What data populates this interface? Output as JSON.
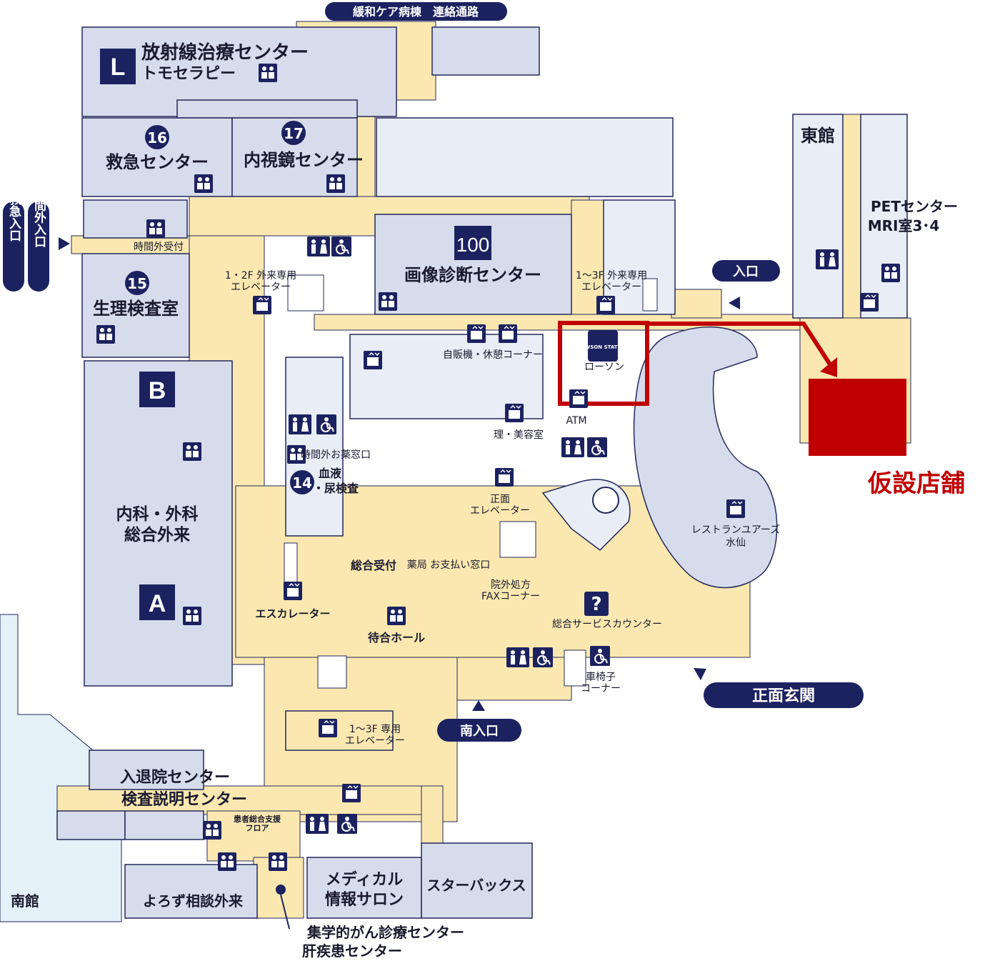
{
  "colors": {
    "corridor": "#fbe8b0",
    "room": "#d6dceb",
    "room_light": "#e8edf6",
    "wall": "#23285c",
    "navy": "#1c2260",
    "south_annex": "#e4f1f8",
    "highlight": "#c00000"
  },
  "top_passage": "緩和ケア病棟　連絡通路",
  "radiation": {
    "title": "放射線治療センター",
    "subtitle": "トモセラピー",
    "block": "L"
  },
  "emergency": {
    "number": "16",
    "title": "救急センター"
  },
  "endoscopy": {
    "number": "17",
    "title": "内視鏡センター"
  },
  "after_hours_entrance": "時間外入口",
  "emergency_entrance": "救急入口",
  "after_hours_reception": "時間外受付",
  "physiology": {
    "number": "15",
    "title": "生理検査室"
  },
  "imaging": {
    "number": "100",
    "title": "画像診断センター"
  },
  "elevator_1_2f": "1・2F 外来専用\nエレベーター",
  "elevator_1_3f_north": "1～3F 外来専用\nエレベーター",
  "entrance": "入口",
  "east_building": "東館",
  "pet": {
    "line1": "PETセンター",
    "line2": "MRI室3･4"
  },
  "vending": "自販機・休憩コーナー",
  "lawson": {
    "label": "ローソン",
    "logo": "LAWSON STATION"
  },
  "atm": "ATM",
  "barber": "理・美容室",
  "temp_store": "仮設店舗",
  "block_b": "B",
  "block_a": "A",
  "internal_surgery": {
    "line1": "内科・外科",
    "line2": "総合外来"
  },
  "after_hours_pharmacy": "時間外お薬窓口",
  "blood": {
    "number": "14",
    "line1": "血液",
    "line2": "・尿検査"
  },
  "main_elevator": "正面\nエレベーター",
  "restaurant": {
    "line1": "レストランユアーズ",
    "line2": "水仙"
  },
  "general_reception": "総合受付",
  "pharmacy_payment": "薬局 お支払い窓口",
  "fax_corner": "院外処方\nFAXコーナー",
  "escalator": "エスカレーター",
  "waiting_hall": "待合ホール",
  "general_service_counter": "総合サービスカウンター",
  "wheelchair_corner": "車椅子\nコーナー",
  "main_entrance": "正面玄関",
  "south_entrance": "南入口",
  "elevator_1_3f_south": "1～3F 専用\nエレベーター",
  "admission": {
    "line1": "入退院センター",
    "line2": "検査説明センター"
  },
  "patient_support": "患者総合支援\nフロア",
  "south_building": "南館",
  "consultation": "よろず相談外来",
  "medical_salon": {
    "line1": "メディカル",
    "line2": "情報サロン"
  },
  "starbucks": "スターバックス",
  "cancer_center": {
    "line1": "集学的がん診療センター",
    "line2": "肝疾患センター"
  }
}
